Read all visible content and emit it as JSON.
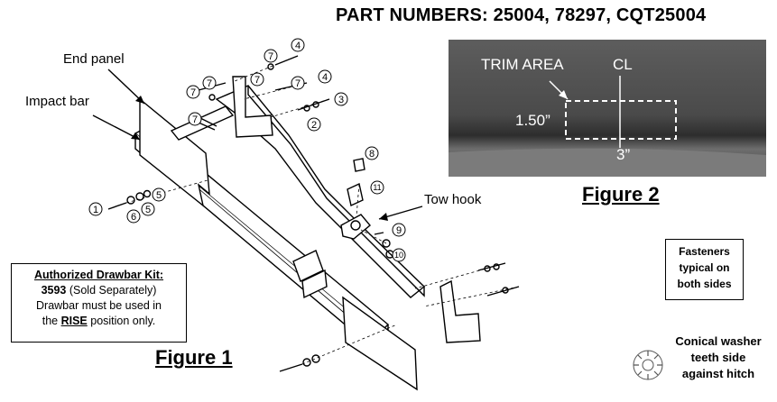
{
  "header": {
    "part_numbers": "PART NUMBERS: 25004, 78297, CQT25004"
  },
  "figure1": {
    "caption": "Figure 1",
    "labels": {
      "end_panel": "End panel",
      "impact_bar": "Impact bar",
      "tow_hook": "Tow hook"
    },
    "callouts": [
      "1",
      "2",
      "3",
      "4",
      "4",
      "5",
      "5",
      "6",
      "7",
      "7",
      "7",
      "7",
      "7",
      "7",
      "8",
      "9",
      "10",
      "11"
    ]
  },
  "figure2": {
    "caption": "Figure 2",
    "trim_area": "TRIM AREA",
    "cl": "CL",
    "height_dim": "1.50”",
    "width_dim": "3”"
  },
  "kit_box": {
    "title": "Authorized Drawbar Kit:",
    "part": "3593",
    "sold": " (Sold Separately)",
    "line2": "Drawbar must be used in",
    "line3_pre": "the ",
    "line3_rise": "RISE",
    "line3_post": " position only."
  },
  "fasteners_box": {
    "line1": "Fasteners",
    "line2": "typical on",
    "line3": "both sides"
  },
  "conical_note": {
    "line1": "Conical washer",
    "line2": "teeth side",
    "line3": "against hitch"
  }
}
